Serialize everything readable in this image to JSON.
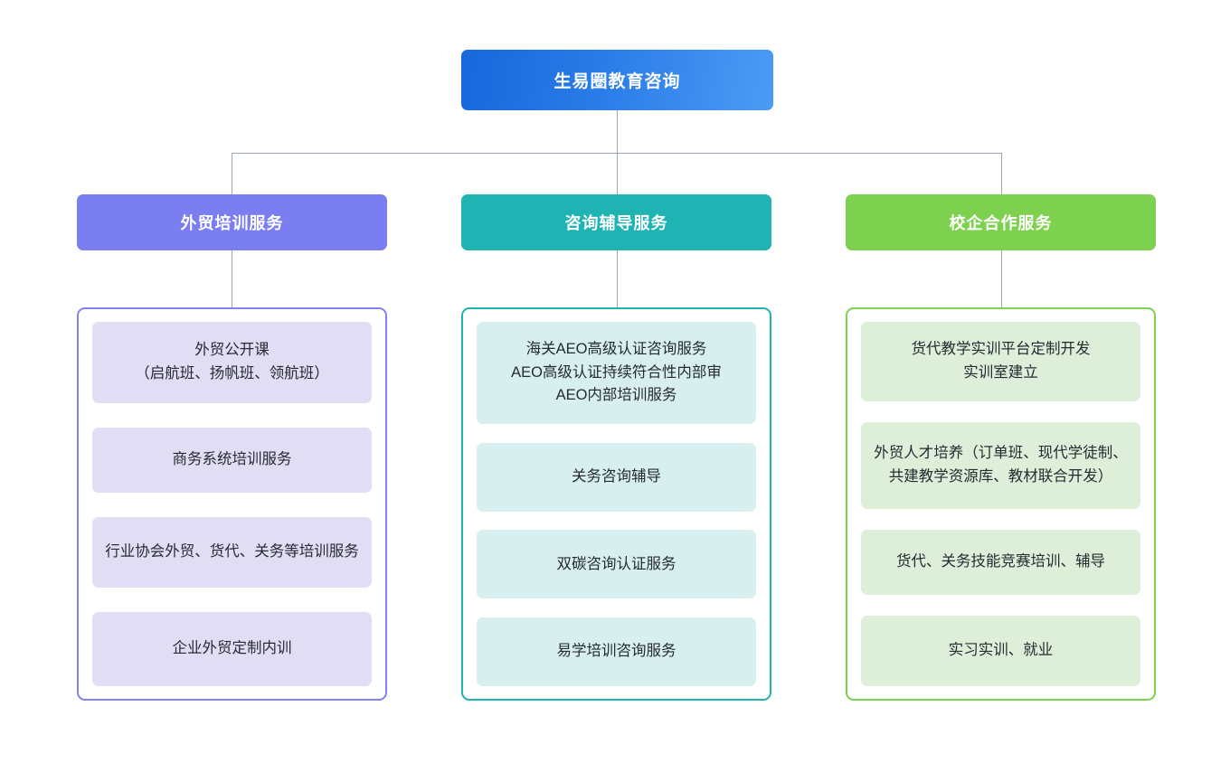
{
  "diagram": {
    "type": "organizational-hierarchy",
    "root": {
      "label": "生易圈教育咨询",
      "color": "#1668dc",
      "gradient_to": "#4c9bf5"
    },
    "categories": [
      {
        "label": "外贸培训服务",
        "color": "#7b7ef0",
        "panel_border": "#8280f2",
        "leaf_fill": "#e1ddf4",
        "items": [
          "外贸公开课\n（启航班、扬帆班、领航班）",
          "商务系统培训服务",
          "行业协会外贸、货代、关务等培训服务",
          "企业外贸定制内训"
        ]
      },
      {
        "label": "咨询辅导服务",
        "color": "#1fb3b3",
        "panel_border": "#1fb3b3",
        "leaf_fill": "#d7efee",
        "items": [
          "海关AEO高级认证咨询服务\nAEO高级认证持续符合性内部审\nAEO内部培训服务",
          "关务咨询辅导",
          "双碳咨询认证服务",
          "易学培训咨询服务"
        ]
      },
      {
        "label": "校企合作服务",
        "color": "#7ed14e",
        "panel_border": "#7ed14e",
        "leaf_fill": "#ddefd8",
        "items": [
          "货代教学实训平台定制开发\n实训室建立",
          "外贸人才培养（订单班、现代学徒制、共建教学资源库、教材联合开发）",
          "货代、关务技能竞赛培训、辅导",
          "实习实训、就业"
        ]
      }
    ],
    "connector_color": "#9aa6b2"
  }
}
